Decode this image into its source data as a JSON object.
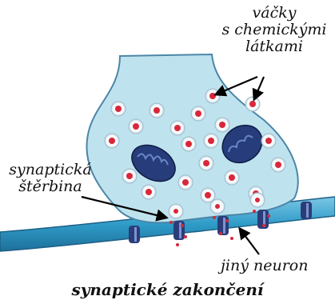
{
  "labels": {
    "vesicles_line1": "váčky",
    "vesicles_line2": "s chemickými",
    "vesicles_line3": "látkami",
    "cleft_line1": "synaptická",
    "cleft_line2": "štěrbina",
    "other_neuron": "jiný neuron",
    "caption": "synaptické zakončení"
  },
  "colors": {
    "terminal_fill": "#bfe3ee",
    "terminal_outline": "#4c86a8",
    "axon": "#2f9cc8",
    "vesicle": "#d8283a",
    "mitochondria": "#273c7a",
    "receptor": "#2b3d78",
    "arrow": "#000000"
  }
}
